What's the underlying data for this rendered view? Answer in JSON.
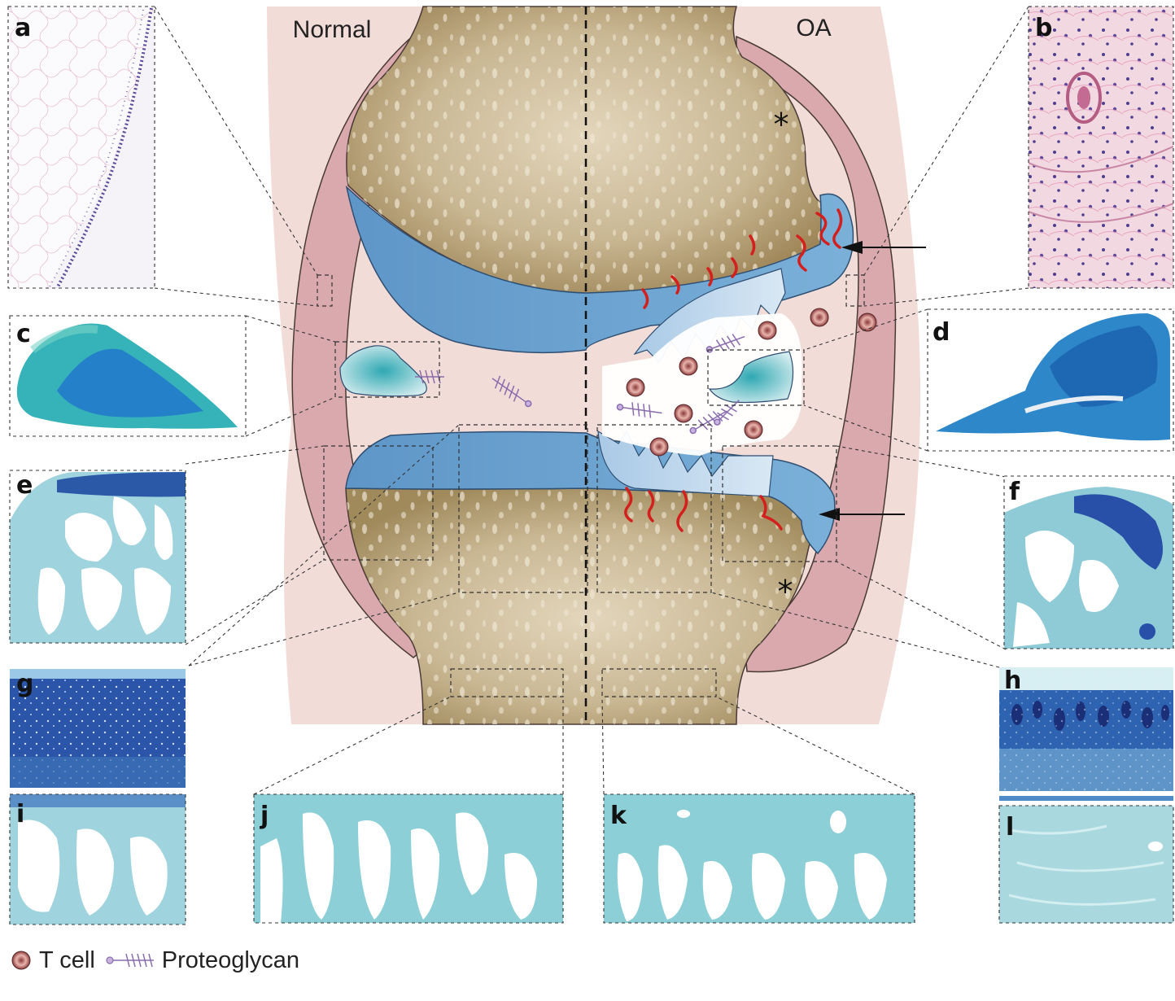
{
  "labels": {
    "normal": "Normal",
    "oa": "OA"
  },
  "panels": [
    "a",
    "b",
    "c",
    "d",
    "e",
    "f",
    "g",
    "h",
    "i",
    "j",
    "k",
    "l"
  ],
  "legend": {
    "tcell": "T cell",
    "proteoglycan": "Proteoglycan"
  },
  "colors": {
    "synovium": "#f1dcd8",
    "capsule": "#d9a9ad",
    "bone": "#c3b08b",
    "cartilage": "#6fa6d2",
    "cartilage_light": "#b7d4ea",
    "stain_teal": "#7dc6cf",
    "stain_blue": "#2f5fb0",
    "tcell": "#c97c7c",
    "proteoglycan": "#8a6cae",
    "vessel": "#d4201c"
  }
}
